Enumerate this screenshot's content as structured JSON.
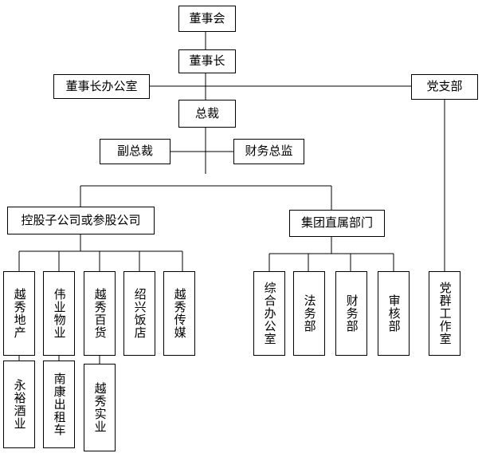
{
  "chart": {
    "board": "董事会",
    "chairman": "董事长",
    "chairman_office": "董事长办公室",
    "party_branch": "党支部",
    "president": "总裁",
    "vice_president": "副总裁",
    "finance_director": "财务总监",
    "holding_companies": "控股子公司或参股公司",
    "group_departments": "集团直属部门",
    "subsidiaries": [
      "越秀地产",
      "伟业物业",
      "越秀百货",
      "绍兴饭店",
      "越秀传媒"
    ],
    "subsidiaries_level2": [
      "永裕酒业",
      "南康出租车",
      "越秀实业"
    ],
    "departments": [
      "综合办公室",
      "法务部",
      "财务部",
      "审核部"
    ],
    "party_office": "党群工作室"
  }
}
